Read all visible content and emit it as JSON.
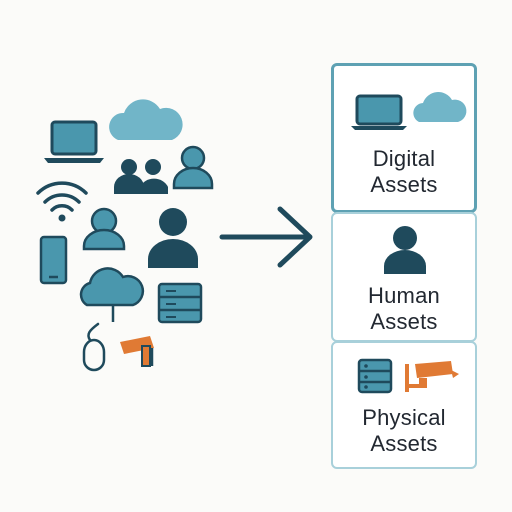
{
  "colors": {
    "teal": "#4a97ad",
    "teal_light": "#71b5c8",
    "navy": "#1f4a5c",
    "orange": "#e07a34",
    "panel_border_strong": "#5ea1b3",
    "panel_border_soft": "#a8d0da"
  },
  "left_cluster": {
    "icons": [
      "laptop-icon",
      "cloud-icon",
      "people-group-icon",
      "person-icon",
      "wifi-icon",
      "person-icon",
      "person-icon",
      "phone-icon",
      "cloud-network-icon",
      "server-icon",
      "mouse-icon",
      "security-camera-icon"
    ]
  },
  "arrow": {
    "icon": "arrow-right-icon"
  },
  "panels": [
    {
      "id": "digital",
      "line1": "Digital",
      "line2": "Assets",
      "icons": [
        "laptop-icon",
        "cloud-icon"
      ]
    },
    {
      "id": "human",
      "line1": "Human",
      "line2": "Assets",
      "icons": [
        "person-icon"
      ]
    },
    {
      "id": "physical",
      "line1": "Physical",
      "line2": "Assets",
      "icons": [
        "server-icon",
        "security-camera-icon"
      ]
    }
  ]
}
